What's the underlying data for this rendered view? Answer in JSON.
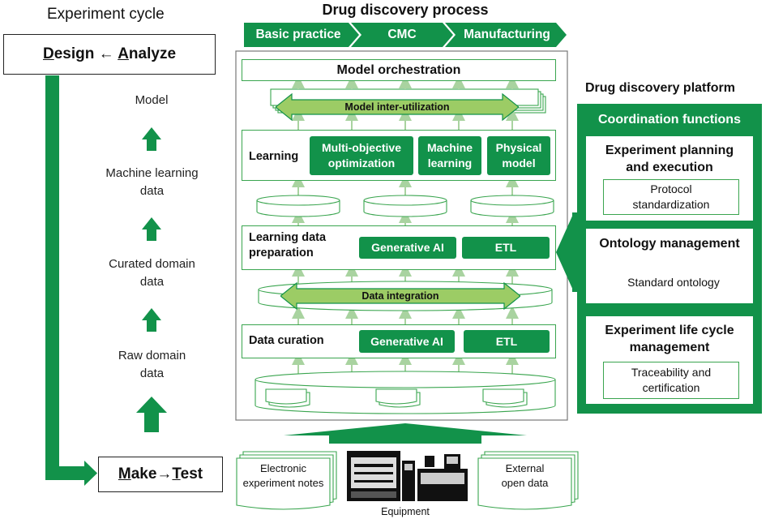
{
  "left": {
    "title": "Experiment cycle",
    "design_analyze": {
      "d": "D",
      "esign": "esign",
      "arrow": " ← ",
      "a": "A",
      "nalyze": "nalyze"
    },
    "make_test": {
      "m": "M",
      "ake": "ake",
      "arrow": "→",
      "t": "T",
      "est": "est"
    },
    "stages": [
      "Model",
      "Machine learning\ndata",
      "Curated domain\ndata",
      "Raw domain\ndata"
    ]
  },
  "process": {
    "title": "Drug discovery process",
    "steps": [
      "Basic practice",
      "CMC",
      "Manufacturing"
    ]
  },
  "main": {
    "model_orchestration": "Model orchestration",
    "model_inter_utilization": "Model inter-utilization",
    "learning": {
      "label": "Learning",
      "boxes": [
        "Multi-objective\noptimization",
        "Machine\nlearning",
        "Physical\nmodel"
      ]
    },
    "learning_data_prep": {
      "label": "Learning data\npreparation",
      "boxes": [
        "Generative AI",
        "ETL"
      ]
    },
    "data_integration": "Data integration",
    "data_curation": {
      "label": "Data curation",
      "boxes": [
        "Generative AI",
        "ETL"
      ]
    }
  },
  "platform": {
    "title": "Drug discovery platform",
    "coordination_title": "Coordination functions",
    "cards": [
      {
        "title": "Experiment planning\nand execution",
        "sub": "Protocol\nstandardization"
      },
      {
        "title": "Ontology management",
        "sub": "Standard ontology"
      },
      {
        "title": "Experiment life cycle\nmanagement",
        "sub": "Traceability and\ncertification"
      }
    ]
  },
  "bottom": {
    "electronic_notes": "Electronic\nexperiment notes",
    "external_data": "External\nopen data",
    "equipment": "Equipment"
  },
  "colors": {
    "green": "#12924a",
    "light_green": "#9ccc65",
    "frame_green": "#3aa54f",
    "line_green": "#a9d3a0"
  }
}
